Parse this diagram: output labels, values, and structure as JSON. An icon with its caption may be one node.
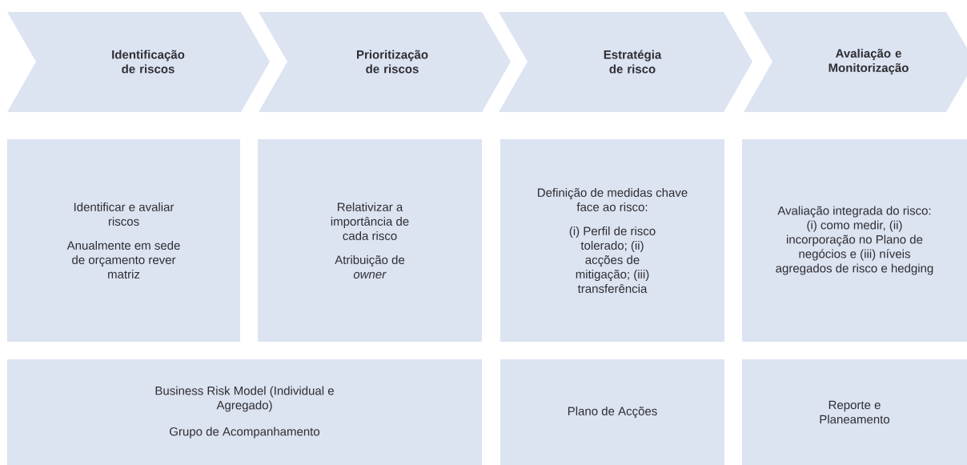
{
  "diagram": {
    "nodes": [
      {
        "text": [
          "Identificação de riscos"
        ]
      },
      {
        "text": [
          "Prioritização de riscos"
        ]
      },
      {
        "text": [
          "Estratégia de risco"
        ]
      },
      {
        "text": [
          "Avaliação e Monitorização"
        ]
      },
      {
        "text": [
          "Identificar e avaliar riscos",
          "Anualmente em sede de orçamento rever matriz"
        ]
      },
      {
        "text": [
          "Relativizar a importância de cada risco",
          "Atribuição de *owner*"
        ]
      },
      {
        "text": [
          "Definição de medidas chave face ao risco:",
          "(i) Perfil de risco tolerado; (ii) acções de mitigação; (iii) transferência"
        ]
      },
      {
        "text": [
          "Avaliação integrada do risco: (i) como medir, (ii) incorporação no Plano de negócios e (iii) níveis agregados de risco e hedging"
        ]
      },
      {
        "text": [
          "Business Risk Model (Individual e Agregado)",
          "Grupo de Acompanhamento"
        ]
      },
      {
        "text": [
          "Plano de Acções"
        ]
      },
      {
        "text": [
          "Reporte e Planeamento"
        ]
      }
    ]
  }
}
